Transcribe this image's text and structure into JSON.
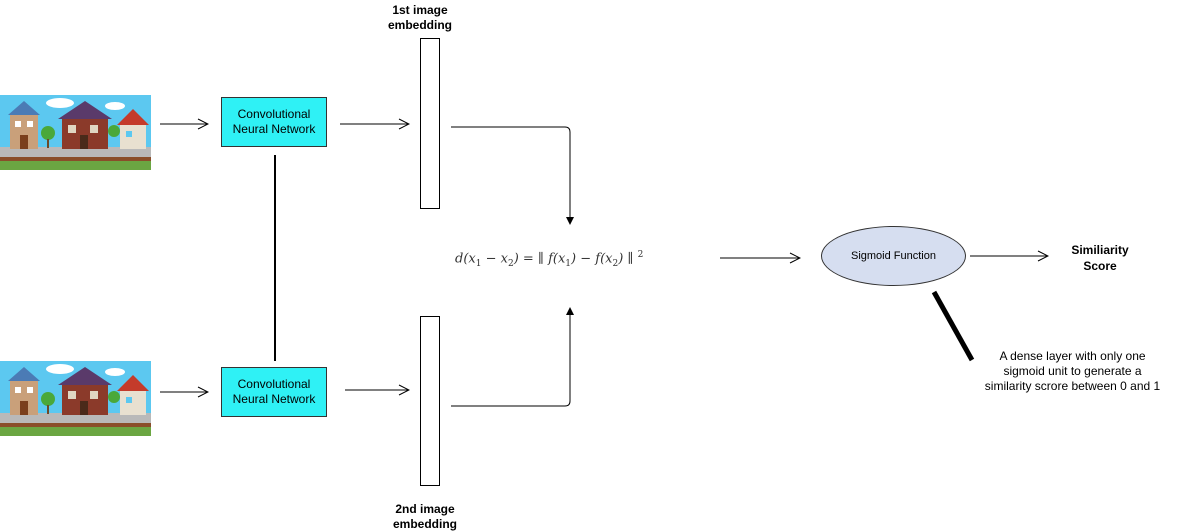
{
  "images": [
    {
      "name": "first-input-image",
      "alt": "house street scene"
    },
    {
      "name": "second-input-image",
      "alt": "house street scene"
    }
  ],
  "cnn_top": {
    "line1": "Convolutional",
    "line2": "Neural Network"
  },
  "cnn_bottom": {
    "line1": "Convolutional",
    "line2": "Neural Network"
  },
  "embedding_top": {
    "line1": "1st image",
    "line2": "embedding"
  },
  "embedding_bottom": {
    "line1": "2nd image",
    "line2": "embedding"
  },
  "formula": {
    "lhs": "d(x",
    "sub1": "1",
    "mid1": " − x",
    "sub2": "2",
    "mid2": ") = ∥ f(x",
    "sub3": "1",
    "mid3": ") − f(x",
    "sub4": "2",
    "end": ") ∥ ",
    "sup": "2"
  },
  "sigmoid": {
    "label": "Sigmoid Function"
  },
  "output": {
    "line1": "Similiarity",
    "line2": "Score"
  },
  "note": {
    "line1": "A dense layer with only one",
    "line2": "sigmoid unit to generate a",
    "line3": "similarity scrore between 0 and 1"
  },
  "colors": {
    "cnn_fill": "#2ff1f5",
    "sigmoid_fill": "#d6def0",
    "sky": "#5cc8f0"
  }
}
